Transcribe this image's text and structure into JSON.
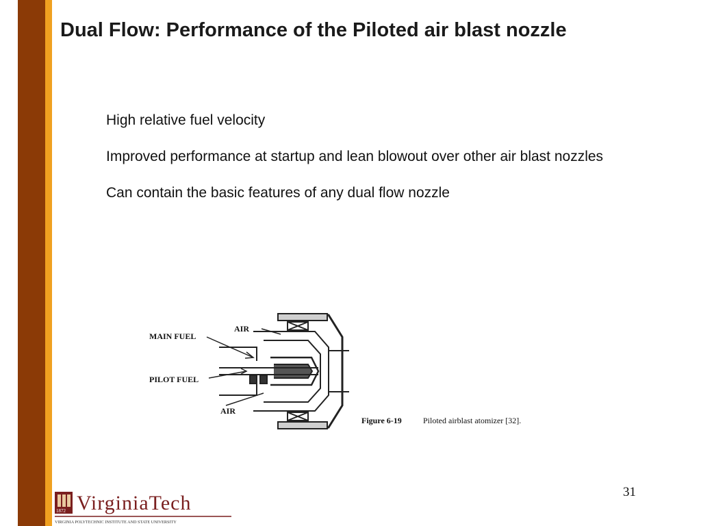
{
  "slide": {
    "title": "Dual Flow: Performance of the Piloted air blast nozzle",
    "bullets": [
      "High relative fuel velocity",
      "Improved performance at startup and lean blowout over other air blast nozzles",
      "Can contain the basic features of any dual flow nozzle"
    ],
    "page_number": "31"
  },
  "figure": {
    "labels": {
      "main_fuel": "MAIN FUEL",
      "pilot_fuel": "PILOT FUEL",
      "air_top": "AIR",
      "air_bottom": "AIR"
    },
    "caption_number": "Figure 6-19",
    "caption_text": "Piloted airblast atomizer [32]."
  },
  "logo": {
    "wordmark": "VirginiaTech",
    "year": "1872",
    "subtitle": "VIRGINIA POLYTECHNIC INSTITUTE AND STATE UNIVERSITY"
  },
  "colors": {
    "sidebar_bar": "#8b3a06",
    "sidebar_stripe": "#f0a020",
    "logo_maroon": "#7a1f1f"
  }
}
